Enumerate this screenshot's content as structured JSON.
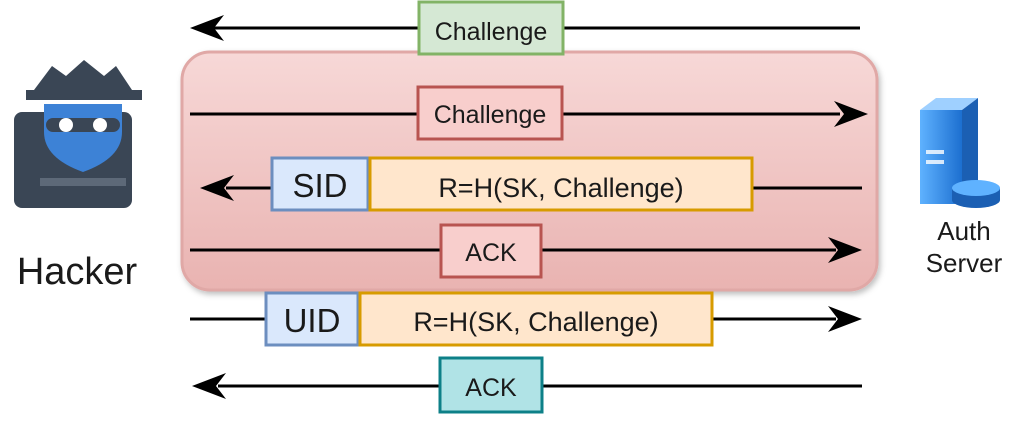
{
  "hacker": {
    "label": "Hacker"
  },
  "server": {
    "label_line1": "Auth",
    "label_line2": "Server"
  },
  "messages": [
    {
      "label": "Challenge",
      "direction": "left",
      "fill": "#d5e8d4",
      "stroke": "#82b366"
    },
    {
      "label": "Challenge",
      "direction": "right",
      "fill": "#f8cecc",
      "stroke": "#b85450"
    },
    {
      "id_label": "SID",
      "label": "R=H(SK, Challenge)",
      "direction": "left",
      "id_fill": "#dae8fc",
      "id_stroke": "#6c8ebf",
      "fill": "#ffe6cc",
      "stroke": "#d79b00"
    },
    {
      "label": "ACK",
      "direction": "right",
      "fill": "#f8cecc",
      "stroke": "#b85450"
    },
    {
      "id_label": "UID",
      "label": "R=H(SK, Challenge)",
      "direction": "right",
      "id_fill": "#dae8fc",
      "id_stroke": "#6c8ebf",
      "fill": "#ffe6cc",
      "stroke": "#d79b00"
    },
    {
      "label": "ACK",
      "direction": "left",
      "fill": "#b0e3e6",
      "stroke": "#0e8088"
    }
  ],
  "colors": {
    "relay_box_fill": "#f8cecc",
    "relay_box_stroke": "#e0a8a6",
    "hacker_body": "#3a4655",
    "hacker_mask": "#3d82d6",
    "server_blue": "#2f86e0"
  },
  "icons": {
    "hacker": "hacker-spy-icon",
    "server": "server-database-icon"
  }
}
